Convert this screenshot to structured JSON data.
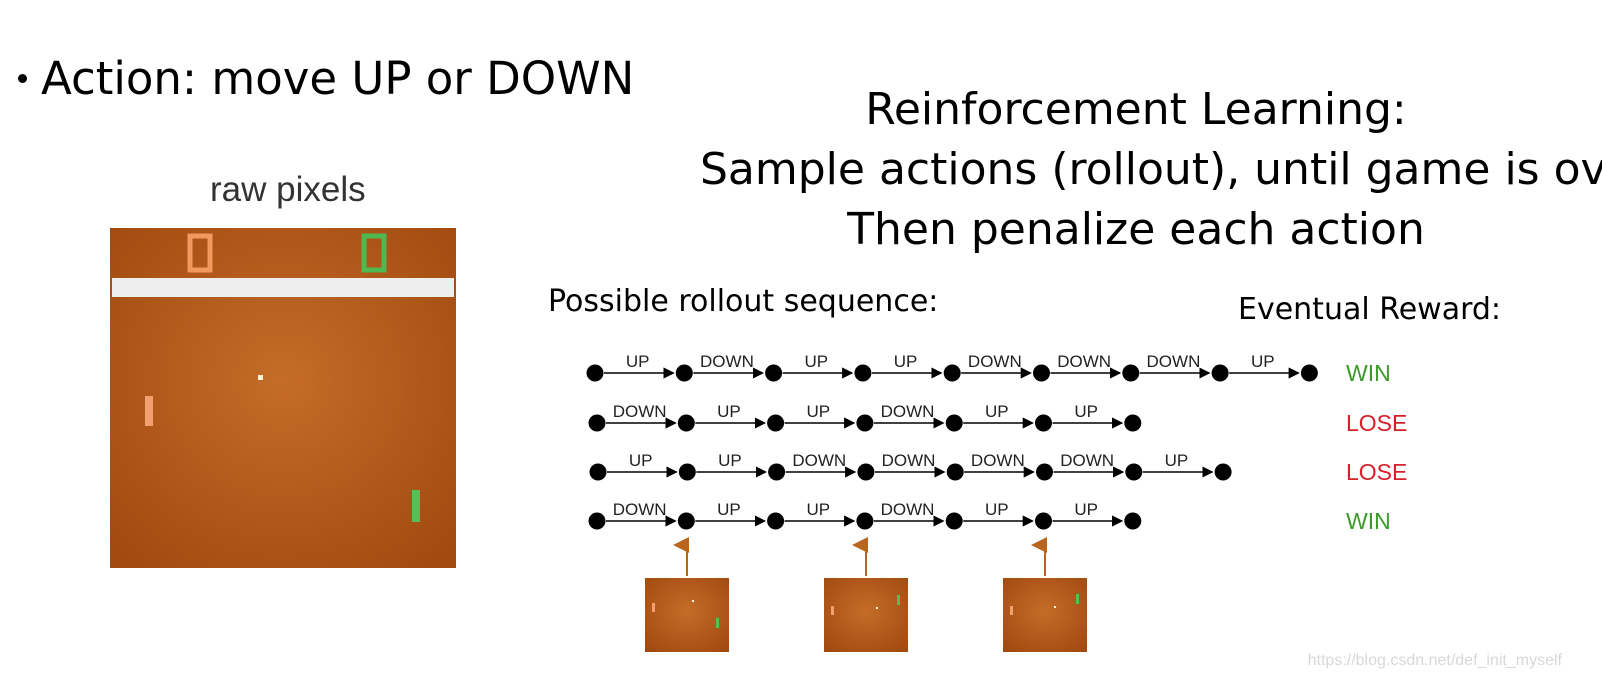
{
  "bullet": {
    "text": "Action: move UP or DOWN"
  },
  "rl": {
    "title": "Reinforcement Learning:",
    "line1": "Sample actions (rollout), until game is over,",
    "line2": "Then penalize each action"
  },
  "raw_pixels_label": "raw pixels",
  "rollout_label": "Possible rollout sequence:",
  "reward_label": "Eventual Reward:",
  "colors": {
    "win": "#3d9a2a",
    "lose": "#d8202a",
    "game_bg": "#a94f12",
    "paddle_green": "#4fb84f",
    "paddle_orange": "#f09a60",
    "frame_arrow": "#b8651f"
  },
  "rollouts": [
    {
      "actions": [
        "UP",
        "DOWN",
        "UP",
        "UP",
        "DOWN",
        "DOWN",
        "DOWN",
        "UP"
      ],
      "result": "WIN"
    },
    {
      "actions": [
        "DOWN",
        "UP",
        "UP",
        "DOWN",
        "UP",
        "UP"
      ],
      "result": "LOSE"
    },
    {
      "actions": [
        "UP",
        "UP",
        "DOWN",
        "DOWN",
        "DOWN",
        "DOWN",
        "UP"
      ],
      "result": "LOSE"
    },
    {
      "actions": [
        "DOWN",
        "UP",
        "UP",
        "DOWN",
        "UP",
        "UP"
      ],
      "result": "WIN"
    }
  ],
  "watermark": "https://blog.csdn.net/def_init_myself"
}
